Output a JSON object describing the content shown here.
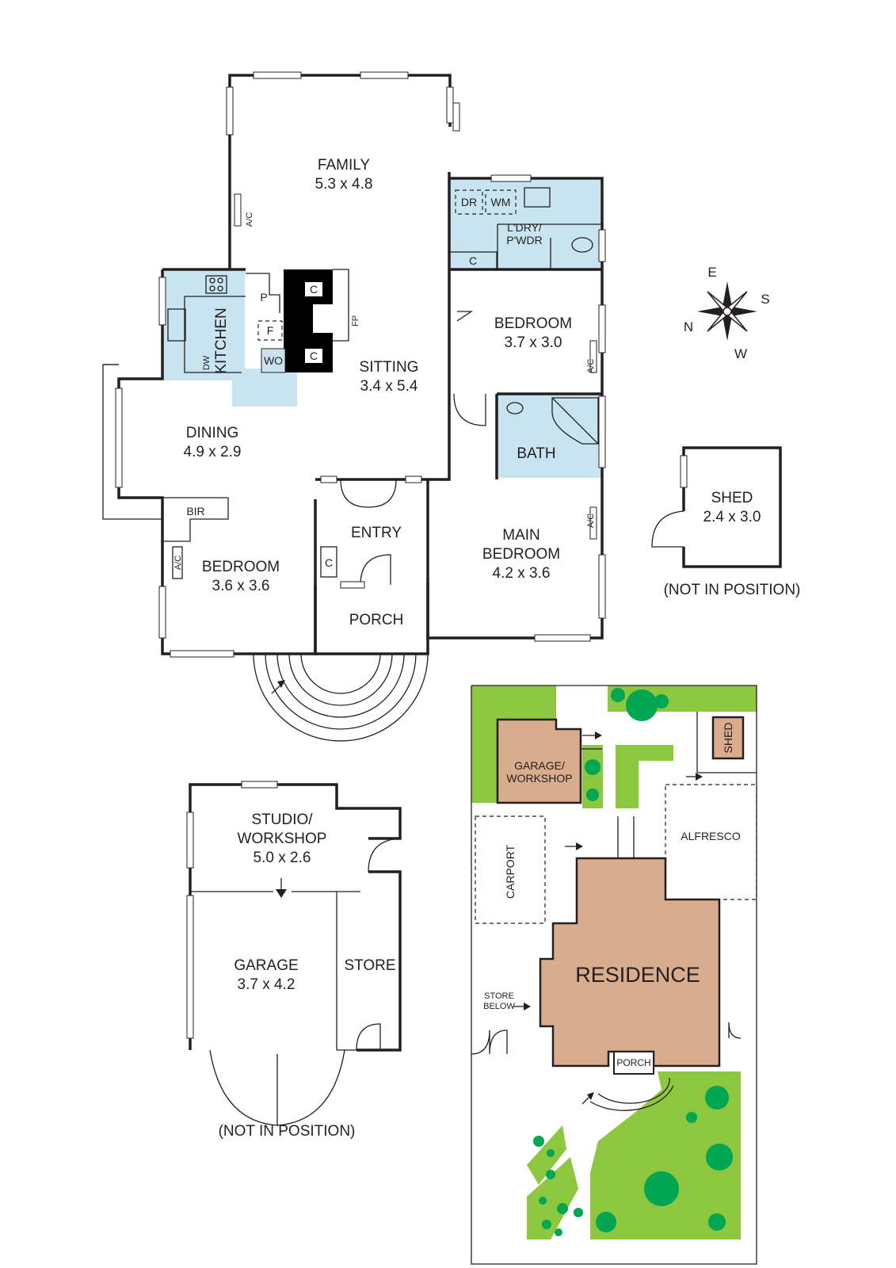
{
  "rooms": {
    "family": {
      "name": "FAMILY",
      "size": "5.3 x 4.8"
    },
    "sitting": {
      "name": "SITTING",
      "size": "3.4 x 5.4"
    },
    "dining": {
      "name": "DINING",
      "size": "4.9 x 2.9"
    },
    "kitchen": {
      "name": "KITCHEN"
    },
    "bedroom_east": {
      "name": "BEDROOM",
      "size": "3.7 x 3.0"
    },
    "bedroom_west": {
      "name": "BEDROOM",
      "size": "3.6 x 3.6"
    },
    "main_bedroom": {
      "name_line1": "MAIN",
      "name_line2": "BEDROOM",
      "size": "4.2 x 3.6"
    },
    "laundry": {
      "name_line1": "L'DRY/",
      "name_line2": "P'WDR"
    },
    "bath": {
      "name": "BATH"
    },
    "entry": {
      "name": "ENTRY"
    },
    "porch": {
      "name": "PORCH"
    },
    "bir": {
      "name": "BIR"
    },
    "shed": {
      "name": "SHED",
      "size": "2.4 x 3.0",
      "note": "(NOT IN POSITION)"
    },
    "studio": {
      "name_line1": "STUDIO/",
      "name_line2": "WORKSHOP",
      "size": "5.0 x 2.6"
    },
    "garage": {
      "name": "GARAGE",
      "size": "3.7 x 4.2"
    },
    "store": {
      "name": "STORE"
    },
    "garage_note": "(NOT IN POSITION)"
  },
  "fixtures": {
    "ac": "A/C",
    "cupboard": "C",
    "dryer": "DR",
    "washing_machine": "WM",
    "pantry": "P",
    "fridge": "F",
    "wood": "WO",
    "dishwasher": "DW",
    "fireplace": "FP"
  },
  "compass": {
    "n": "N",
    "e": "E",
    "s": "S",
    "w": "W"
  },
  "site": {
    "residence": "RESIDENCE",
    "porch": "PORCH",
    "garage_workshop_line1": "GARAGE/",
    "garage_workshop_line2": "WORKSHOP",
    "carport": "CARPORT",
    "alfresco": "ALFRESCO",
    "shed": "SHED",
    "store_below_line1": "STORE",
    "store_below_line2": "BELOW"
  },
  "colors": {
    "wet_area": "#c8e4f1",
    "lawn": "#8dc63f",
    "tree": "#00a651",
    "building": "#d9ac8e",
    "walls": "#231f20"
  }
}
